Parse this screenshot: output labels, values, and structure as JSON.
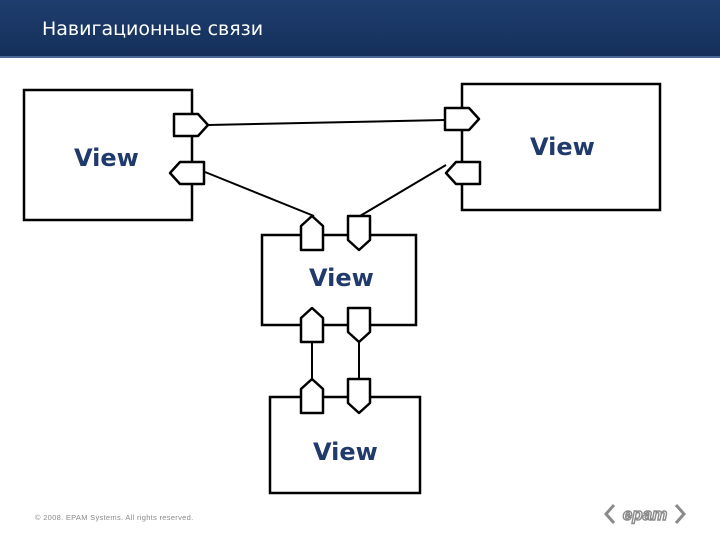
{
  "header": {
    "title": "Навигационные связи"
  },
  "diagram": {
    "views": [
      {
        "id": "view-top-left",
        "label": "View"
      },
      {
        "id": "view-top-right",
        "label": "View"
      },
      {
        "id": "view-middle",
        "label": "View"
      },
      {
        "id": "view-bottom",
        "label": "View"
      }
    ]
  },
  "footer": {
    "copyright": "© 2008. EPAM Systems. All rights reserved.",
    "logo_text": "epam"
  },
  "colors": {
    "header_bg": "#183562",
    "label_color": "#1f3a6b",
    "stroke": "#000000"
  }
}
